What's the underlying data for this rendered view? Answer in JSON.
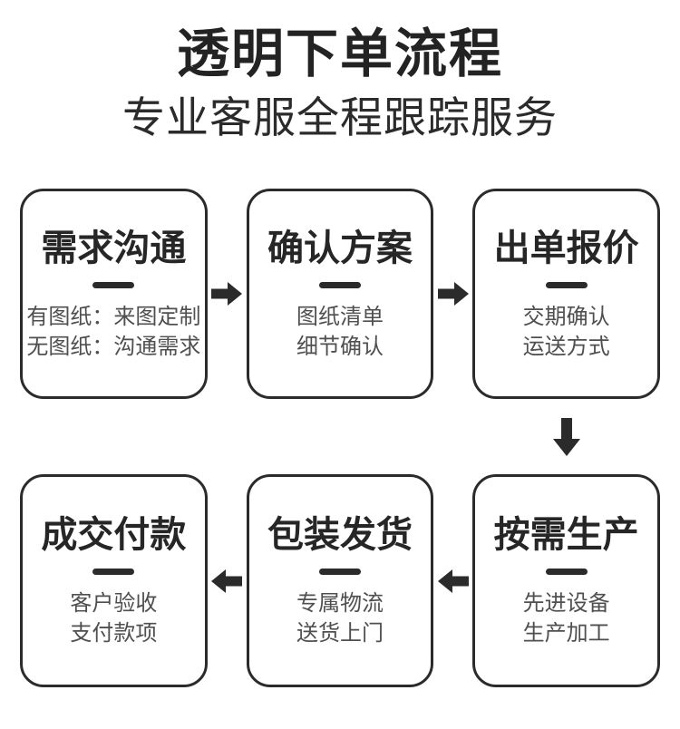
{
  "header": {
    "title": "透明下单流程",
    "subtitle": "专业客服全程跟踪服务"
  },
  "steps": [
    {
      "title": "需求沟通",
      "lines": [
        "有图纸：来图定制",
        "无图纸：沟通需求"
      ]
    },
    {
      "title": "确认方案",
      "lines": [
        "图纸清单",
        "细节确认"
      ]
    },
    {
      "title": "出单报价",
      "lines": [
        "交期确认",
        "运送方式"
      ]
    },
    {
      "title": "按需生产",
      "lines": [
        "先进设备",
        "生产加工"
      ]
    },
    {
      "title": "包装发货",
      "lines": [
        "专属物流",
        "送货上门"
      ]
    },
    {
      "title": "成交付款",
      "lines": [
        "客户验收",
        "支付款项"
      ]
    }
  ],
  "icons": {
    "between_top_steps": "arrow-right-icon",
    "top_to_bottom": "arrow-down-icon",
    "between_bottom_steps": "arrow-left-icon"
  },
  "colors": {
    "ink": "#2b2b2b",
    "title_text": "#232323",
    "secondary_text": "#4f4f4f",
    "background": "#ffffff"
  }
}
